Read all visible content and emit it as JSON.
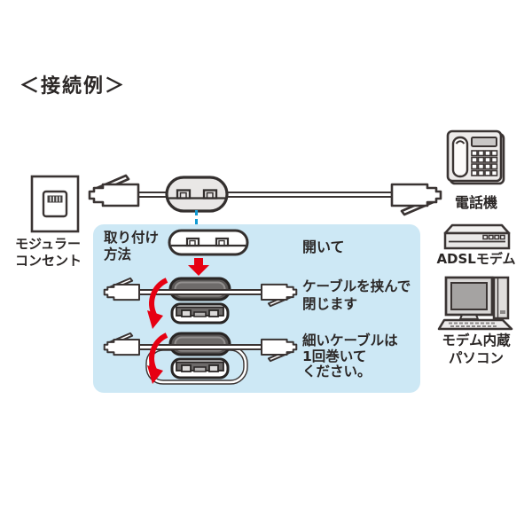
{
  "title": "＜接続例＞",
  "colors": {
    "outline": "#3a3433",
    "panel_bg": "#cde8f5",
    "arrow_red": "#e60012",
    "pointer_blue": "#119bd3",
    "clamp_dark": "#5a5756"
  },
  "outlet": {
    "label": "モジュラー\nコンセント"
  },
  "instructions": {
    "heading": "取り付け\n方法",
    "step1": "開いて",
    "step2": "ケーブルを挟んで\n閉じます",
    "step3": "細いケーブルは\n1回巻いて\nください。"
  },
  "devices": {
    "phone": "電話機",
    "modem": "ADSLモデム",
    "pc": "モデム内蔵\nパソコン"
  }
}
